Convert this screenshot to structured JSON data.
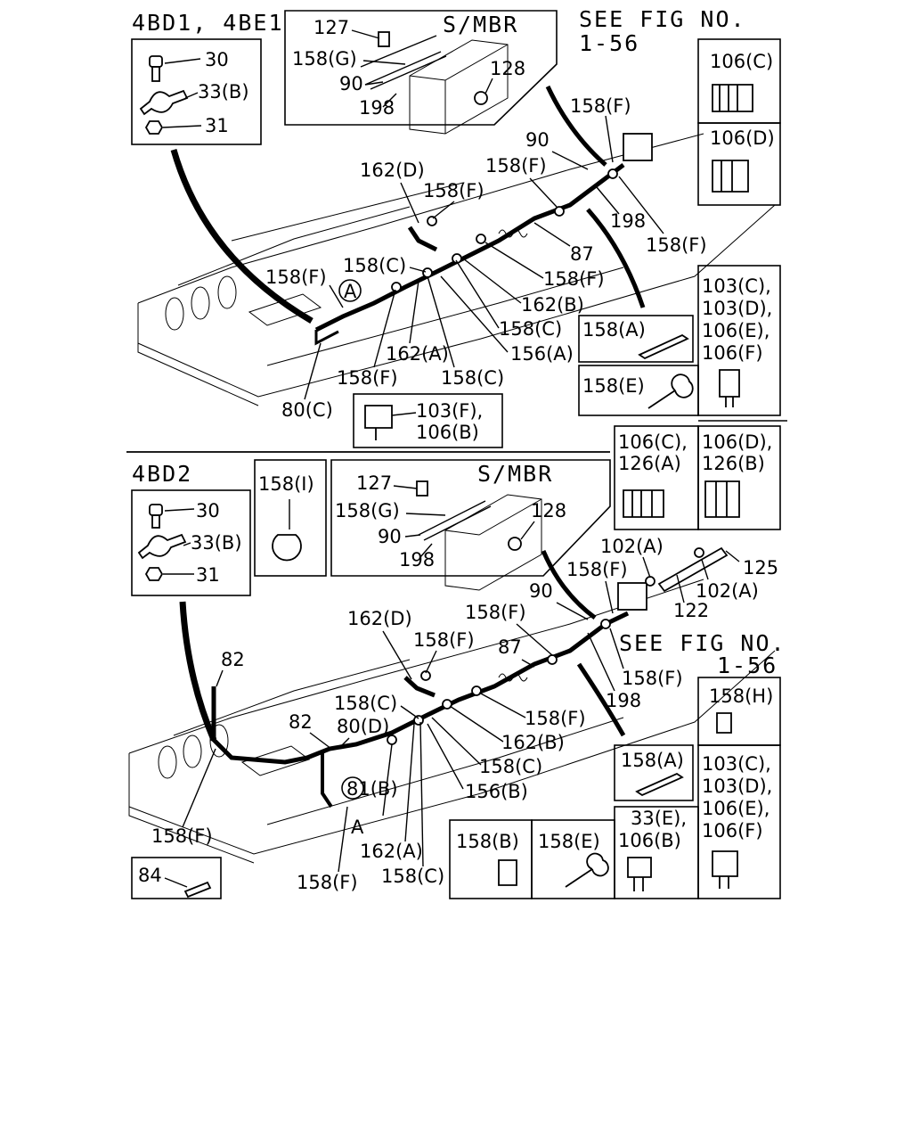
{
  "sections": [
    {
      "title": "4BD1, 4BE1",
      "see_fig": [
        "SEE FIG NO.",
        "1-56"
      ],
      "frame_label": "S/MBR",
      "frame_parts": [
        "127",
        "158(G)",
        "90",
        "198",
        "128"
      ],
      "hardware_parts": [
        "30",
        "33(B)",
        "31"
      ],
      "clip_boxes": [
        [
          "106(C)"
        ],
        [
          "106(D)"
        ],
        [
          "103(C),",
          "103(D),",
          "106(E),",
          "106(F)"
        ],
        [
          "158(A)"
        ],
        [
          "158(E)"
        ],
        [
          "103(F),",
          "106(B)"
        ]
      ],
      "callouts": [
        "158(F)",
        "90",
        "162(D)",
        "158(F)",
        "158(F)",
        "198",
        "158(F)",
        "87",
        "158(C)",
        "158(F)",
        "162(B)",
        "158(F)",
        "158(C)",
        "156(A)",
        "158(F)",
        "162(A)",
        "158(C)",
        "80(C)",
        "A"
      ]
    },
    {
      "title": "4BD2",
      "frame_label": "S/MBR",
      "frame_parts": [
        "127",
        "158(G)",
        "90",
        "198",
        "128"
      ],
      "hardware_parts": [
        "30",
        "33(B)",
        "31"
      ],
      "clip_boxes": [
        [
          "158(I)"
        ],
        [
          "106(C),",
          "126(A)"
        ],
        [
          "106(D),",
          "126(B)"
        ],
        [
          "158(H)"
        ],
        [
          "158(A)"
        ],
        [
          "103(C),",
          "103(D),",
          "106(E),",
          "106(F)"
        ],
        [
          "158(B)"
        ],
        [
          "158(E)"
        ],
        [
          "33(E),",
          "106(B)"
        ],
        [
          "84"
        ]
      ],
      "see_fig": [
        "SEE FIG NO.",
        "1-56"
      ],
      "callouts": [
        "102(A)",
        "125",
        "158(F)",
        "102(A)",
        "90",
        "122",
        "162(D)",
        "158(F)",
        "158(F)",
        "87",
        "158(F)",
        "82",
        "198",
        "158(C)",
        "158(F)",
        "82",
        "80(D)",
        "162(B)",
        "158(C)",
        "156(B)",
        "81(B)",
        "158(F)",
        "A",
        "162(A)",
        "158(C)",
        "158(F)"
      ]
    }
  ]
}
